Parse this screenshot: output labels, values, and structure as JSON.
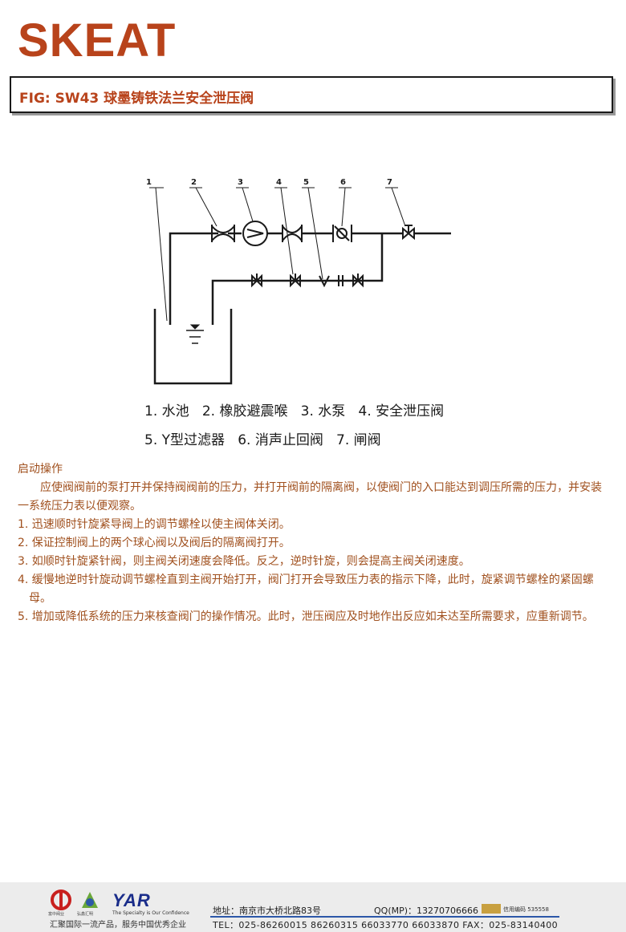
{
  "brand": "SKEAT",
  "title": "FIG: SW43  球墨铸铁法兰安全泄压阀",
  "diagram": {
    "numbers": [
      "1",
      "2",
      "3",
      "4",
      "5",
      "6",
      "7"
    ],
    "legend_line1": "1. 水池   2. 橡胶避震喉   3. 水泵   4. 安全泄压阀",
    "legend_line2": "5. Y型过滤器   6. 消声止回阀   7. 闸阀"
  },
  "section": {
    "heading": "启动操作",
    "intro": "应使阀阀前的泵打开并保持阀阀前的压力，并打开阀前的隔离阀，以使阀门的入口能达到调压所需的压力，并安装一系统压力表以便观察。",
    "steps": [
      "1. 迅速顺时针旋紧导阀上的调节螺栓以使主阀体关闭。",
      "2. 保证控制阀上的两个球心阀以及阀后的隔离阀打开。",
      "3. 如顺时针旋紧针阀，则主阀关闭速度会降低。反之，逆时针旋，则会提高主阀关闭速度。",
      "4. 缓慢地逆时针旋动调节螺栓直到主阀开始打开，阀门打开会导致压力表的指示下降，此时，旋紧调节螺栓的紧固螺母。",
      "5. 增加或降低系统的压力来核查阀门的操作情况。此时，泄压阀应及时地作出反应如未达至所需要求，应重新调节。"
    ]
  },
  "footer": {
    "logo1_caption": "富中阀业",
    "logo2_caption": "弘鑫汇明",
    "slogan": "汇聚国际一流产品，服务中国优秀企业",
    "yar_logo": "YAR",
    "tagline": "The Specialty is Our Confidence",
    "address": "地址：南京市大桥北路83号",
    "qq": "QQ(MP)：13270706666",
    "credit_code": "信用编码 535558",
    "tel": "TEL：025-86260015 86260315 66033770 66033870  FAX：025-83140400"
  },
  "colors": {
    "brand": "#b8431b",
    "section_text": "#a0501e",
    "footer_line": "#2c57a8"
  }
}
